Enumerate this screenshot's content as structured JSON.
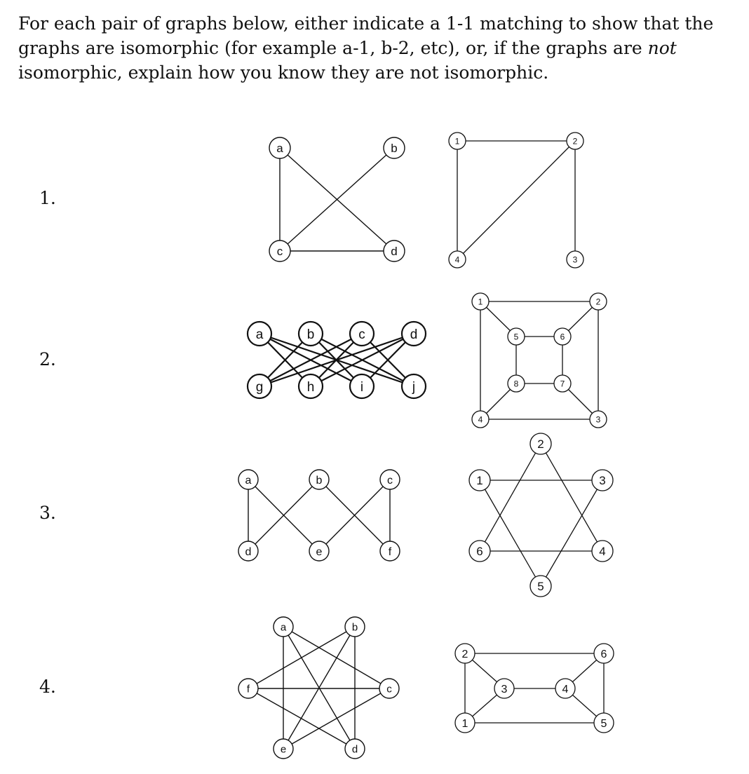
{
  "intro": {
    "part1": "For each pair of graphs below, either indicate a 1-1 matching to show that the graphs are isomorphic (for example a-1, b-2, etc), or, if the graphs are ",
    "emph": "not",
    "part2": " isomorphic, explain how you know they are not isomorphic."
  },
  "problems": [
    {
      "number": "1.",
      "left": {
        "nodes": [
          {
            "id": "a",
            "label": "a"
          },
          {
            "id": "b",
            "label": "b"
          },
          {
            "id": "c",
            "label": "c"
          },
          {
            "id": "d",
            "label": "d"
          }
        ],
        "edges": [
          [
            "a",
            "c"
          ],
          [
            "a",
            "d"
          ],
          [
            "b",
            "c"
          ],
          [
            "c",
            "d"
          ]
        ]
      },
      "right": {
        "nodes": [
          {
            "id": "1",
            "label": "1"
          },
          {
            "id": "2",
            "label": "2"
          },
          {
            "id": "3",
            "label": "3"
          },
          {
            "id": "4",
            "label": "4"
          }
        ],
        "edges": [
          [
            "1",
            "2"
          ],
          [
            "1",
            "4"
          ],
          [
            "2",
            "4"
          ],
          [
            "2",
            "3"
          ]
        ]
      }
    },
    {
      "number": "2.",
      "left": {
        "nodes": [
          {
            "id": "a",
            "label": "a"
          },
          {
            "id": "b",
            "label": "b"
          },
          {
            "id": "c",
            "label": "c"
          },
          {
            "id": "d",
            "label": "d"
          },
          {
            "id": "g",
            "label": "g"
          },
          {
            "id": "h",
            "label": "h"
          },
          {
            "id": "i",
            "label": "i"
          },
          {
            "id": "j",
            "label": "j"
          }
        ],
        "edges": [
          [
            "a",
            "h"
          ],
          [
            "a",
            "i"
          ],
          [
            "a",
            "j"
          ],
          [
            "b",
            "g"
          ],
          [
            "b",
            "i"
          ],
          [
            "b",
            "j"
          ],
          [
            "c",
            "g"
          ],
          [
            "c",
            "h"
          ],
          [
            "c",
            "j"
          ],
          [
            "d",
            "g"
          ],
          [
            "d",
            "h"
          ],
          [
            "d",
            "i"
          ]
        ]
      },
      "right": {
        "nodes": [
          {
            "id": "1",
            "label": "1"
          },
          {
            "id": "2",
            "label": "2"
          },
          {
            "id": "3",
            "label": "3"
          },
          {
            "id": "4",
            "label": "4"
          },
          {
            "id": "5",
            "label": "5"
          },
          {
            "id": "6",
            "label": "6"
          },
          {
            "id": "7",
            "label": "7"
          },
          {
            "id": "8",
            "label": "8"
          }
        ],
        "edges": [
          [
            "1",
            "2"
          ],
          [
            "2",
            "3"
          ],
          [
            "3",
            "4"
          ],
          [
            "4",
            "1"
          ],
          [
            "5",
            "6"
          ],
          [
            "6",
            "7"
          ],
          [
            "7",
            "8"
          ],
          [
            "8",
            "5"
          ],
          [
            "1",
            "5"
          ],
          [
            "2",
            "6"
          ],
          [
            "3",
            "7"
          ],
          [
            "4",
            "8"
          ]
        ]
      }
    },
    {
      "number": "3.",
      "left": {
        "nodes": [
          {
            "id": "a",
            "label": "a"
          },
          {
            "id": "b",
            "label": "b"
          },
          {
            "id": "c",
            "label": "c"
          },
          {
            "id": "d",
            "label": "d"
          },
          {
            "id": "e",
            "label": "e"
          },
          {
            "id": "f",
            "label": "f"
          }
        ],
        "edges": [
          [
            "a",
            "d"
          ],
          [
            "a",
            "e"
          ],
          [
            "b",
            "d"
          ],
          [
            "b",
            "f"
          ],
          [
            "c",
            "e"
          ],
          [
            "c",
            "f"
          ]
        ]
      },
      "right": {
        "nodes": [
          {
            "id": "1",
            "label": "1"
          },
          {
            "id": "2",
            "label": "2"
          },
          {
            "id": "3",
            "label": "3"
          },
          {
            "id": "4",
            "label": "4"
          },
          {
            "id": "5",
            "label": "5"
          },
          {
            "id": "6",
            "label": "6"
          }
        ],
        "edges": [
          [
            "1",
            "3"
          ],
          [
            "3",
            "5"
          ],
          [
            "5",
            "1"
          ],
          [
            "2",
            "4"
          ],
          [
            "4",
            "6"
          ],
          [
            "6",
            "2"
          ]
        ]
      }
    },
    {
      "number": "4.",
      "left": {
        "nodes": [
          {
            "id": "a",
            "label": "a"
          },
          {
            "id": "b",
            "label": "b"
          },
          {
            "id": "c",
            "label": "c"
          },
          {
            "id": "d",
            "label": "d"
          },
          {
            "id": "e",
            "label": "e"
          },
          {
            "id": "f",
            "label": "f"
          }
        ],
        "edges": [
          [
            "a",
            "e"
          ],
          [
            "a",
            "c"
          ],
          [
            "a",
            "d"
          ],
          [
            "b",
            "f"
          ],
          [
            "b",
            "d"
          ],
          [
            "b",
            "e"
          ],
          [
            "c",
            "f"
          ],
          [
            "c",
            "e"
          ],
          [
            "d",
            "f"
          ]
        ]
      },
      "right": {
        "nodes": [
          {
            "id": "1",
            "label": "1"
          },
          {
            "id": "2",
            "label": "2"
          },
          {
            "id": "3",
            "label": "3"
          },
          {
            "id": "4",
            "label": "4"
          },
          {
            "id": "5",
            "label": "5"
          },
          {
            "id": "6",
            "label": "6"
          }
        ],
        "edges": [
          [
            "1",
            "2"
          ],
          [
            "2",
            "3"
          ],
          [
            "1",
            "3"
          ],
          [
            "2",
            "6"
          ],
          [
            "3",
            "4"
          ],
          [
            "4",
            "6"
          ],
          [
            "4",
            "5"
          ],
          [
            "6",
            "5"
          ],
          [
            "1",
            "5"
          ]
        ]
      }
    }
  ]
}
